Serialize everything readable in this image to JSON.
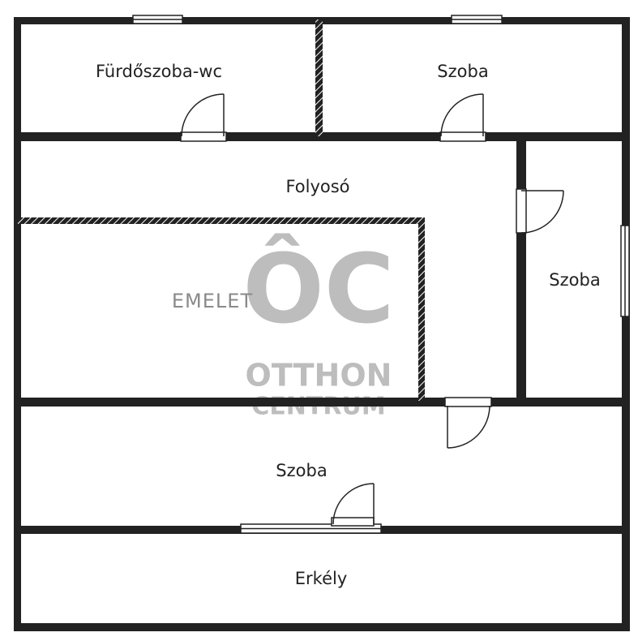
{
  "floor_label": "EMELET",
  "rooms": {
    "bathroom": "Fürdőszoba-wc",
    "room_top_right": "Szoba",
    "corridor": "Folyosó",
    "room_right": "Szoba",
    "room_bottom": "Szoba",
    "balcony": "Erkély"
  },
  "watermark": {
    "mark": "ÔC",
    "line1": "OTTHON",
    "line2": "CENTRUM"
  },
  "colors": {
    "wall": "#222222",
    "watermark": "#9a9a9a",
    "text": "#222222"
  }
}
